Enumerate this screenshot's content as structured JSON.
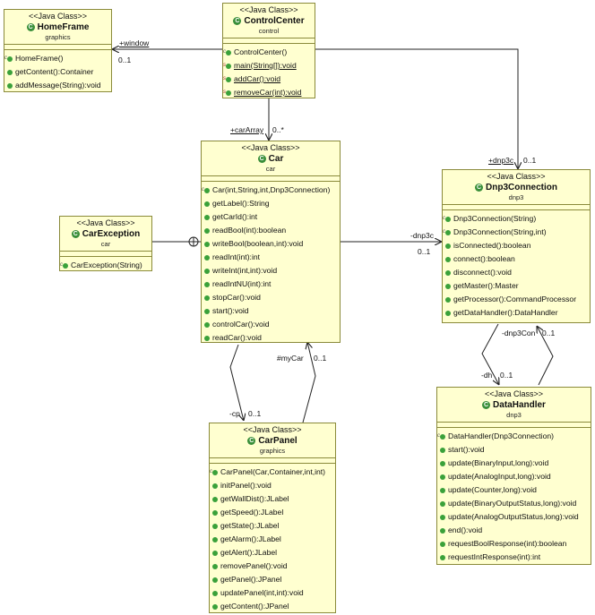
{
  "stereotype": "<<Java Class>>",
  "classes": {
    "homeframe": {
      "name": "HomeFrame",
      "package": "graphics",
      "methods": [
        "HomeFrame()",
        "getContent():Container",
        "addMessage(String):void"
      ]
    },
    "controlcenter": {
      "name": "ControlCenter",
      "package": "control",
      "methods": [
        "ControlCenter()",
        "main(String[]):void",
        "addCar():void",
        "removeCar(int):void"
      ]
    },
    "car": {
      "name": "Car",
      "package": "car",
      "methods": [
        "Car(int,String,int,Dnp3Connection)",
        "getLabel():String",
        "getCarId():int",
        "readBool(int):boolean",
        "writeBool(boolean,int):void",
        "readInt(int):int",
        "writeInt(int,int):void",
        "readIntNU(int):int",
        "stopCar():void",
        "start():void",
        "controlCar():void",
        "readCar():void"
      ]
    },
    "carexception": {
      "name": "CarException",
      "package": "car",
      "methods": [
        "CarException(String)"
      ]
    },
    "dnp3connection": {
      "name": "Dnp3Connection",
      "package": "dnp3",
      "methods": [
        "Dnp3Connection(String)",
        "Dnp3Connection(String,int)",
        "isConnected():boolean",
        "connect():boolean",
        "disconnect():void",
        "getMaster():Master",
        "getProcessor():CommandProcessor",
        "getDataHandler():DataHandler"
      ]
    },
    "datahandler": {
      "name": "DataHandler",
      "package": "dnp3",
      "methods": [
        "DataHandler(Dnp3Connection)",
        "start():void",
        "update(BinaryInput,long):void",
        "update(AnalogInput,long):void",
        "update(Counter,long):void",
        "update(BinaryOutputStatus,long):void",
        "update(AnalogOutputStatus,long):void",
        "end():void",
        "requestBoolResponse(int):boolean",
        "requestIntResponse(int):int"
      ]
    },
    "carpanel": {
      "name": "CarPanel",
      "package": "graphics",
      "methods": [
        "CarPanel(Car,Container,int,int)",
        "initPanel():void",
        "getWallDist():JLabel",
        "getSpeed():JLabel",
        "getState():JLabel",
        "getAlarm():JLabel",
        "getAlert():JLabel",
        "removePanel():void",
        "getPanel():JPanel",
        "updatePanel(int,int):void",
        "getContent():JPanel"
      ]
    }
  },
  "associations": {
    "window_role": "+window",
    "window_mult": "0..1",
    "carArray_role": "+carArray",
    "carArray_mult": "0..*",
    "dnp3c_role": "+dnp3c",
    "dnp3c_mult": "0..1",
    "car_dnp3c_role": "-dnp3c",
    "car_dnp3c_mult": "0..1",
    "cp_role": "-cp",
    "cp_mult": "0..1",
    "mycar_role": "#myCar",
    "mycar_mult": "0..1",
    "dnp3con_role": "-dnp3Con",
    "dnp3con_mult": "0..1",
    "dh_role": "-dh",
    "dh_mult": "0..1"
  }
}
